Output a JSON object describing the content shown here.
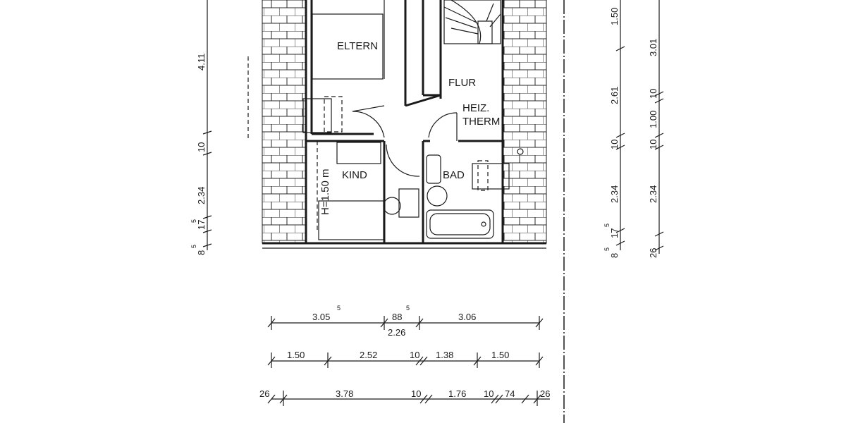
{
  "rooms": {
    "eltern": "ELTERN",
    "flur": "FLUR",
    "heiz": "HEIZ.",
    "therm": "THERM",
    "kind": "KIND",
    "bad": "BAD",
    "height_note": "H=1.50 m"
  },
  "left_dims": {
    "d1": "4.11",
    "d2": "10",
    "d3": "2.34",
    "d4": "17",
    "d4_sup": "5",
    "d5": "8",
    "d5_sup": "5"
  },
  "right_dims_a": {
    "d1": "1.50",
    "d2": "2.61",
    "d3": "10",
    "d4": "2.34",
    "d5": "17",
    "d5_sup": "5",
    "d6": "8",
    "d6_sup": "5"
  },
  "right_dims_b": {
    "d1": "3.01",
    "d2": "10",
    "d3": "1.00",
    "d4": "10",
    "d5": "2.34",
    "d6": "26"
  },
  "bottom_row1": {
    "a": "3.05",
    "a_sup": "5",
    "b": "88",
    "b_sup": "5",
    "b_sub": "2.26",
    "c": "3.06"
  },
  "bottom_row2": {
    "a": "1.50",
    "b": "2.52",
    "c": "10",
    "d": "1.38",
    "e": "1.50"
  },
  "bottom_row3": {
    "a": "26",
    "b": "3.78",
    "c": "10",
    "d": "1.76",
    "e": "10",
    "f": "74",
    "g": "26"
  }
}
